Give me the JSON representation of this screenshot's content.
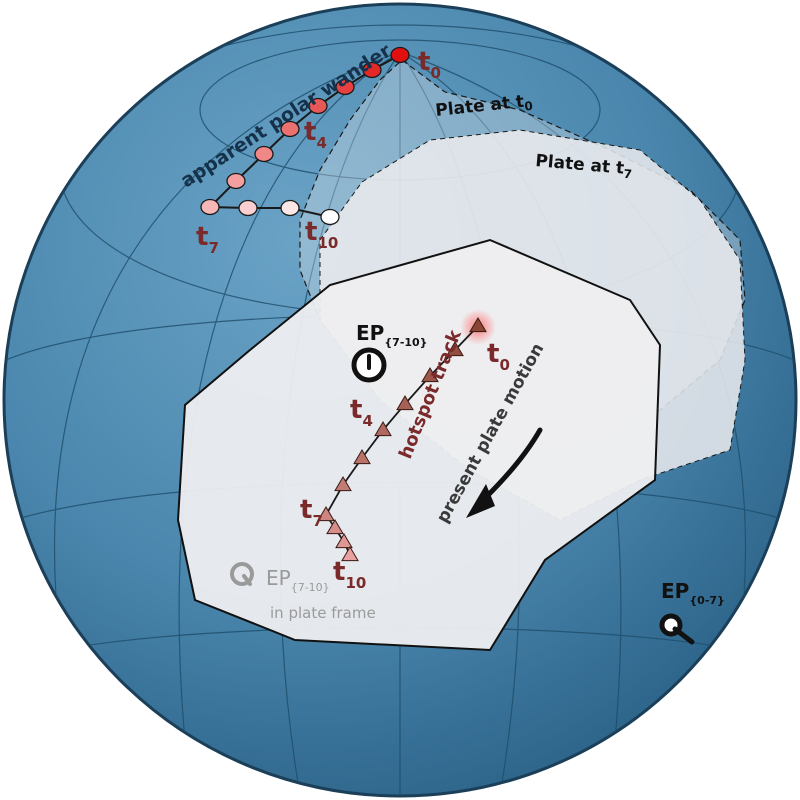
{
  "labels": {
    "apw": "apparent polar wander",
    "plate_t0": "Plate at t",
    "plate_t0_sub": "0",
    "plate_t7": "Plate at t",
    "plate_t7_sub": "7",
    "apw_t0": "t",
    "apw_t0_sub": "0",
    "apw_t4": "t",
    "apw_t4_sub": "4",
    "apw_t7": "t",
    "apw_t7_sub": "7",
    "apw_t10": "t",
    "apw_t10_sub": "10",
    "ep_710": "EP",
    "ep_710_sub": "{7-10}",
    "hotspot_track": "hotspot track",
    "hs_t0": "t",
    "hs_t0_sub": "0",
    "hs_t4": "t",
    "hs_t4_sub": "4",
    "hs_t7": "t",
    "hs_t7_sub": "7",
    "hs_t10": "t",
    "hs_t10_sub": "10",
    "present_plate_motion": "present plate motion",
    "ep_plate": "EP",
    "ep_plate_sub": "{7-10}",
    "ep_plate_frame": "in plate frame",
    "ep_07": "EP",
    "ep_07_sub": "{0-7}"
  },
  "colors": {
    "globe": "#4a86ad",
    "globe_dark": "#2f6890",
    "grid": "#1e4d6b",
    "plate": "#ececef",
    "track_label": "#7a2a2a",
    "apw_line": "#1a1a1a",
    "apw_dot_start": "#e01010",
    "apw_dot_end": "#ffffff",
    "tri_start": "#8a4535",
    "tri_end": "#e8a0a0",
    "ep_ghost": "#9a9a9a"
  },
  "apw_point_count": 11,
  "hotspot_point_count": 11
}
